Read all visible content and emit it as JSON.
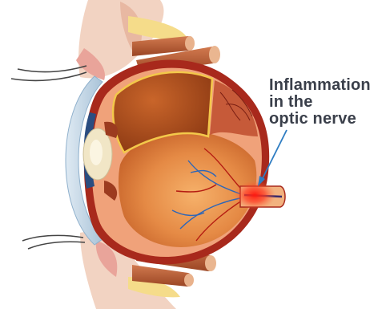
{
  "annotation": {
    "lines": [
      "Inflammation",
      "in the",
      "optic nerve"
    ]
  },
  "colors": {
    "sclera_red": "#a8291c",
    "lens_tan": "#f1e6c6",
    "vitreous_orange": "#e38a44",
    "inflammation_red": "#ff2a1a",
    "muscle_brown": "#b65d3a",
    "arrow_blue": "#2f7dc2",
    "label_text": "#3a3f4a"
  },
  "icons": [
    "eye-cross-section-illustration",
    "callout-arrow-icon"
  ]
}
